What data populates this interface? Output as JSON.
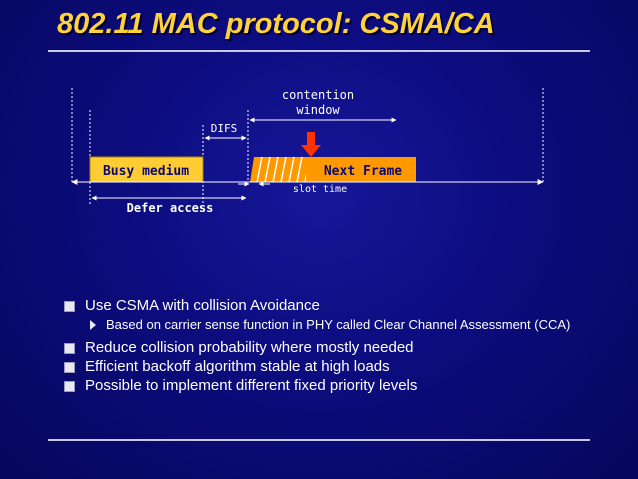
{
  "slide": {
    "title": "802.11 MAC protocol: CSMA/CA"
  },
  "diagram": {
    "busy_medium": "Busy medium",
    "next_frame": "Next Frame",
    "difs": "DIFS",
    "contention_window_line1": "contention",
    "contention_window_line2": "window",
    "slot_time": "slot time",
    "defer_access": "Defer access",
    "colors": {
      "busy_fill": "#ffcc33",
      "frame_fill": "#ff9900",
      "marker": "#ff3300",
      "lines": "#ffffff"
    }
  },
  "bullets": [
    {
      "text": "Use CSMA with collision Avoidance",
      "sub": [
        "Based on carrier sense function in PHY called Clear Channel Assessment (CCA)"
      ]
    },
    {
      "text": "Reduce collision probability where mostly needed",
      "sub": []
    },
    {
      "text": "Efficient backoff algorithm stable at high loads",
      "sub": []
    },
    {
      "text": "Possible to implement different fixed priority levels",
      "sub": []
    }
  ]
}
